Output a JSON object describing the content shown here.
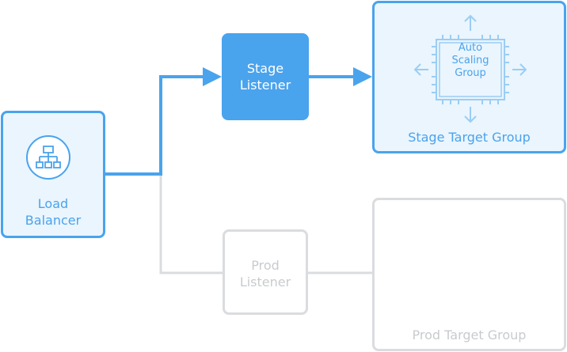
{
  "diagram": {
    "load_balancer": {
      "label": "Load\nBalancer",
      "icon": "network-hierarchy-icon"
    },
    "stage_listener": {
      "label": "Stage\nListener"
    },
    "stage_target_group": {
      "label": "Stage Target Group",
      "auto_scaling": {
        "label": "Auto\nScaling\nGroup",
        "icon": "auto-scaling-chip-icon"
      }
    },
    "prod_listener": {
      "label": "Prod\nListener"
    },
    "prod_target_group": {
      "label": "Prod Target Group"
    }
  },
  "colors": {
    "active": "#4aa3ed",
    "active_fill": "#eaf5fd",
    "inactive": "#dadcdf",
    "inactive_text": "#c8cbce"
  }
}
